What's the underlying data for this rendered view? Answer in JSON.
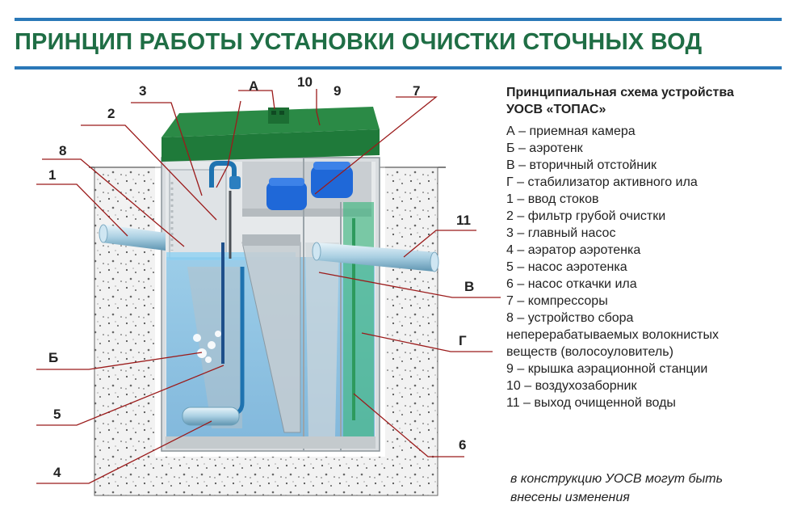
{
  "title": "ПРИНЦИП РАБОТЫ УСТАНОВКИ ОЧИСТКИ СТОЧНЫХ ВОД",
  "legend": {
    "title_line1": "Принципиальная схема устройства",
    "title_line2": "УОСВ «ТОПАС»",
    "items": [
      "А – приемная камера",
      "Б – аэротенк",
      "В – вторичный отстойник",
      "Г – стабилизатор активного ила",
      "1 – ввод стоков",
      "2 – фильтр грубой очистки",
      "3 – главный насос",
      "4 – аэратор аэротенка",
      "5 – насос аэротенка",
      "6 – насос откачки ила",
      "7 – компрессоры",
      "8 – устройство сбора",
      "неперерабатываемых волокнистых",
      "веществ (волосоуловитель)",
      "9 – крышка аэрационной станции",
      "10 – воздухозаборник",
      "11 – выход очищенной воды"
    ]
  },
  "note_line1": "в конструкцию УОСВ могут быть",
  "note_line2": "внесены изменения",
  "callouts": {
    "c1": "1",
    "c2": "2",
    "c3": "3",
    "c4": "4",
    "c5": "5",
    "c6": "6",
    "c7": "7",
    "c8": "8",
    "c9": "9",
    "c10": "10",
    "c11": "11",
    "cA": "А",
    "cB": "Б",
    "cV": "В",
    "cG": "Г"
  },
  "colors": {
    "rule": "#2a78b8",
    "title": "#1f6e45",
    "leader": "#9b1b1b",
    "lid": "#1f7a3a",
    "water": "#5fb6e6"
  }
}
